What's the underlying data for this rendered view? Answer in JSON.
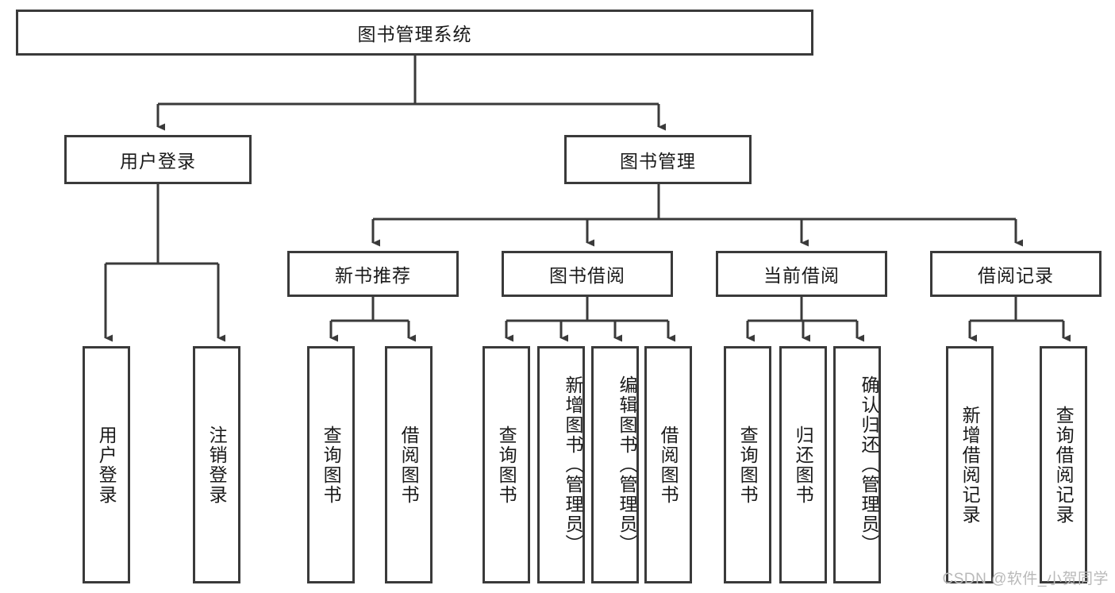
{
  "diagram": {
    "type": "tree",
    "title": "图书管理系统",
    "orientation": "top-down",
    "colors": {
      "box_border": "#3a3a3a",
      "box_fill": "#ffffff",
      "connector": "#3a3a3a",
      "watermark": "#b9b9b9",
      "background": "#ffffff"
    },
    "root": {
      "id": "root",
      "label": "图书管理系统"
    },
    "level2": [
      {
        "id": "user-login",
        "label": "用户登录"
      },
      {
        "id": "book-management",
        "label": "图书管理"
      }
    ],
    "level3": [
      {
        "id": "new-book-recommend",
        "label": "新书推荐",
        "parent": "book-management"
      },
      {
        "id": "book-borrow",
        "label": "图书借阅",
        "parent": "book-management"
      },
      {
        "id": "current-borrow",
        "label": "当前借阅",
        "parent": "book-management"
      },
      {
        "id": "borrow-record",
        "label": "借阅记录",
        "parent": "book-management"
      }
    ],
    "leaves": [
      {
        "id": "leaf-user-login",
        "label": "用户登录",
        "parent": "user-login"
      },
      {
        "id": "leaf-logout-login",
        "label": "注销登录",
        "parent": "user-login"
      },
      {
        "id": "leaf-query-book-1",
        "label": "查询图书",
        "parent": "new-book-recommend"
      },
      {
        "id": "leaf-borrow-book-1",
        "label": "借阅图书",
        "parent": "new-book-recommend"
      },
      {
        "id": "leaf-query-book-2",
        "label": "查询图书",
        "parent": "book-borrow"
      },
      {
        "id": "leaf-add-book",
        "label": "新增图书（管理员）",
        "parent": "book-borrow"
      },
      {
        "id": "leaf-edit-book",
        "label": "编辑图书（管理员）",
        "parent": "book-borrow"
      },
      {
        "id": "leaf-borrow-book-2",
        "label": "借阅图书",
        "parent": "book-borrow"
      },
      {
        "id": "leaf-query-book-3",
        "label": "查询图书",
        "parent": "current-borrow"
      },
      {
        "id": "leaf-return-book",
        "label": "归还图书",
        "parent": "current-borrow"
      },
      {
        "id": "leaf-confirm-return",
        "label": "确认归还（管理员）",
        "parent": "current-borrow"
      },
      {
        "id": "leaf-add-record",
        "label": "新增借阅记录",
        "parent": "borrow-record"
      },
      {
        "id": "leaf-query-record",
        "label": "查询借阅记录",
        "parent": "borrow-record"
      }
    ]
  },
  "watermark": {
    "text": "CSDN @软件_小贺同学"
  }
}
